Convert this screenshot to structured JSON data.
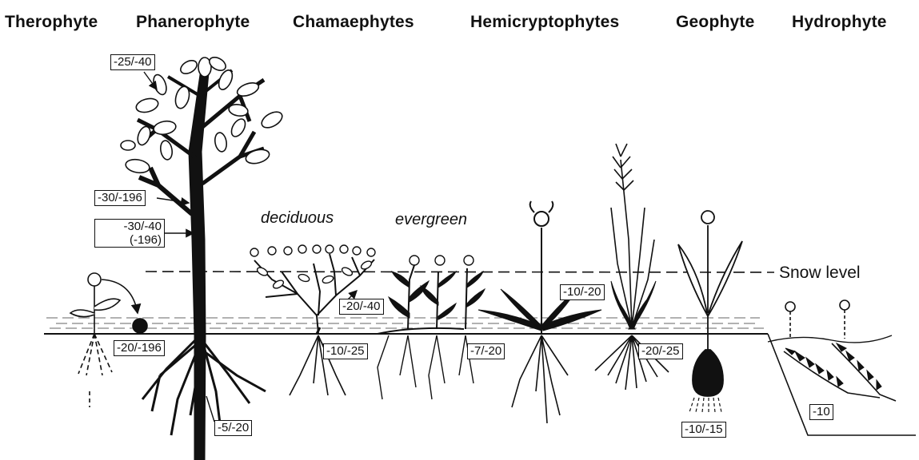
{
  "categories": [
    "Therophyte",
    "Phanerophyte",
    "Chamaephytes",
    "Hemicryptophytes",
    "Geophyte",
    "Hydrophyte"
  ],
  "subtypes": {
    "deciduous": "deciduous",
    "evergreen": "evergreen"
  },
  "snow_level": "Snow level",
  "labels": {
    "tree_top": "-25/-40",
    "tree_branch": "-30/-196",
    "tree_trunk_line1": "-30/-40",
    "tree_trunk_line2": "(-196)",
    "tree_root": "-5/-20",
    "therophyte_seed": "-20/-196",
    "deciduous_bud": "-20/-40",
    "deciduous_root": "-10/-25",
    "evergreen_root": "-7/-20",
    "hemi_bud": "-10/-20",
    "hemi_root": "-20/-25",
    "geophyte_bulb": "-10/-15",
    "hydrophyte": "-10"
  }
}
